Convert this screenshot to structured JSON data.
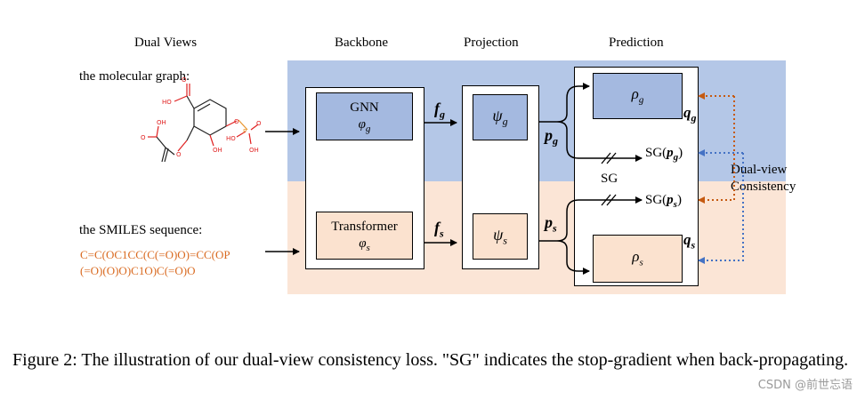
{
  "headers": {
    "dual_views": "Dual Views",
    "backbone": "Backbone",
    "projection": "Projection",
    "prediction": "Prediction"
  },
  "inputs": {
    "graph_label": "the molecular graph:",
    "smiles_label": "the SMILES sequence:",
    "smiles_line1": "C=C(OC1CC(C(=O)O)=CC(OP",
    "smiles_line2": "(=O)(O)O)C1O)C(=O)O"
  },
  "backbone": {
    "gnn_name": "GNN",
    "gnn_symbol": "φg",
    "transformer_name": "Transformer",
    "transformer_symbol": "φs"
  },
  "features": {
    "fg": "fg",
    "fs": "fs"
  },
  "projection": {
    "psi_g": "ψg",
    "psi_s": "ψs"
  },
  "projections_out": {
    "pg": "pg",
    "ps": "ps"
  },
  "prediction": {
    "rho_g": "ρg",
    "rho_s": "ρs",
    "qg": "qg",
    "qs": "qs",
    "sg_pg": "SG(pg)",
    "sg_ps": "SG(ps)",
    "sg": "SG"
  },
  "consistency": {
    "line1": "Dual-view",
    "line2": "Consistency"
  },
  "caption": "Figure 2: The illustration of our dual-view consistency loss. \"SG\" indicates the stop-gradient when back-propagating.",
  "watermark": "CSDN @前世忘语",
  "colors": {
    "blue_band": "#b4c7e7",
    "peach_band": "#fbe5d6",
    "inner_blue": "#a4b9e0",
    "inner_peach": "#fbe2cf",
    "arrow_orange": "#c55a11",
    "arrow_blue": "#4472c4",
    "molecule_red": "#e02020",
    "phosphorus_orange": "#e8952c"
  }
}
